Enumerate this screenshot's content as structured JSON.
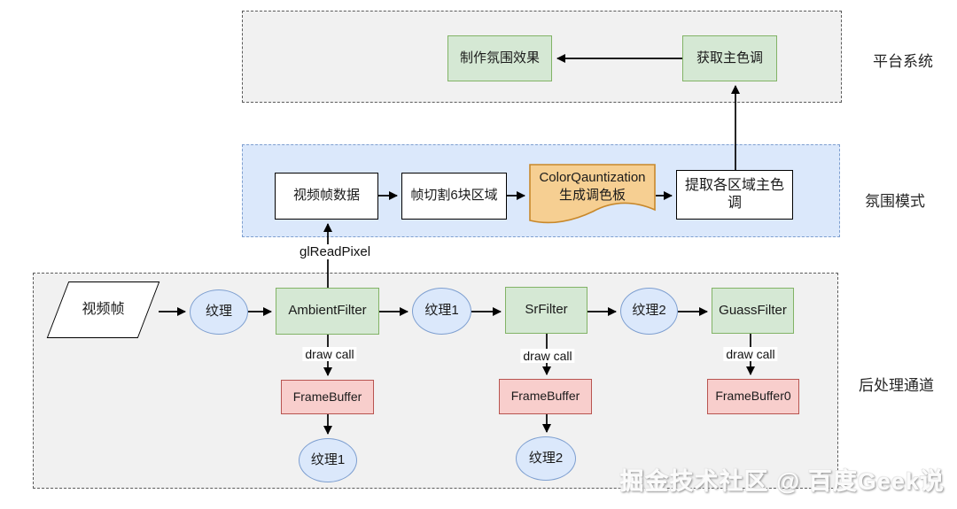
{
  "sections": {
    "platform": {
      "label": "平台系统"
    },
    "ambient": {
      "label": "氛围模式"
    },
    "post": {
      "label": "后处理通道"
    }
  },
  "nodes": {
    "make_ambient_effect": "制作氛围效果",
    "get_main_color": "获取主色调",
    "video_frame_data": "视频帧数据",
    "frame_cut_6_regions": "帧切割6块区域",
    "color_quantization_line1": "ColorQauntization",
    "color_quantization_line2": "生成调色板",
    "extract_region_main_color": "提取各区域主色调",
    "video_frame": "视频帧",
    "texture_in": "纹理",
    "ambient_filter": "AmbientFilter",
    "texture1_mid": "纹理1",
    "sr_filter": "SrFilter",
    "texture2_mid": "纹理2",
    "guass_filter": "GuassFilter",
    "framebuffer_1": "FrameBuffer",
    "framebuffer_2": "FrameBuffer",
    "framebuffer_0": "FrameBuffer0",
    "texture1_out": "纹理1",
    "texture2_out": "纹理2"
  },
  "edge_labels": {
    "gl_read_pixel": "glReadPixel",
    "draw_call_1": "draw call",
    "draw_call_2": "draw call",
    "draw_call_3": "draw call"
  },
  "watermark": "掘金技术社区 @ 百度Geek说",
  "colors": {
    "green_fill": "#d5e8d4",
    "green_stroke": "#82b366",
    "blue_fill": "#dbe8fb",
    "blue_stroke": "#7e9fd0",
    "red_fill": "#f8cecc",
    "red_stroke": "#b85450",
    "orange_fill": "#f6cf92",
    "orange_stroke": "#c8882b",
    "section_gray_fill": "#f1f1f1"
  }
}
